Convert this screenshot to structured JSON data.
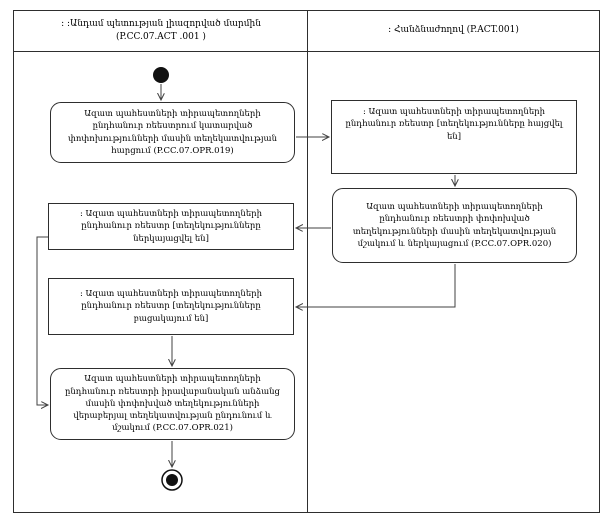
{
  "header": {
    "left_lane": {
      "line1": ": :Անդամ պետության լիազորված մարմին",
      "line2": "(P.CC.07.ACT .001 )"
    },
    "right_lane": {
      "title": ": Հանձնաժողով (P.ACT.001)"
    }
  },
  "nodes": {
    "l1": {
      "label": "Ազատ պահեստների տիրապետողների ընդհանուր ռեեստրում կատարված փոփոխությունների մասին տեղեկատվության հարցում (P.CC.07.OPR.019)"
    },
    "r1": {
      "label": ": Ազատ պահեստների տիրապետողների ընդհանուր ռեեստր [տեղեկությունները հայցվել են]"
    },
    "r2": {
      "label": "Ազատ պահեստների տիրապետողների ընդհանուր ռեեստրի փոփոխված տեղեկությունների մասին տեղեկատվության մշակում և ներկայացում (P.CC.07.OPR.020)"
    },
    "l2": {
      "label": ": Ազատ պահեստների տիրապետողների ընդհանուր ռեեստր [տեղեկությունները ներկայացվել են]"
    },
    "l3": {
      "label": ": Ազատ պահեստների տիրապետողների ընդհանուր ռեեստր [տեղեկությունները բացակայում են]"
    },
    "l4": {
      "label": "Ազատ պահեստների տիրապետողների ընդհանուր ռեեստրի իրավաբանական անձանց մասին փոփոխված տեղեկությունների վերաբերյալ տեղեկատվության ընդունում և մշակում (P.CC.07.OPR.021)"
    }
  },
  "colors": {
    "border": "#2e2e2e",
    "connector": "#404040",
    "node_fill": "#ffffff",
    "terminal_fill": "#111111"
  }
}
